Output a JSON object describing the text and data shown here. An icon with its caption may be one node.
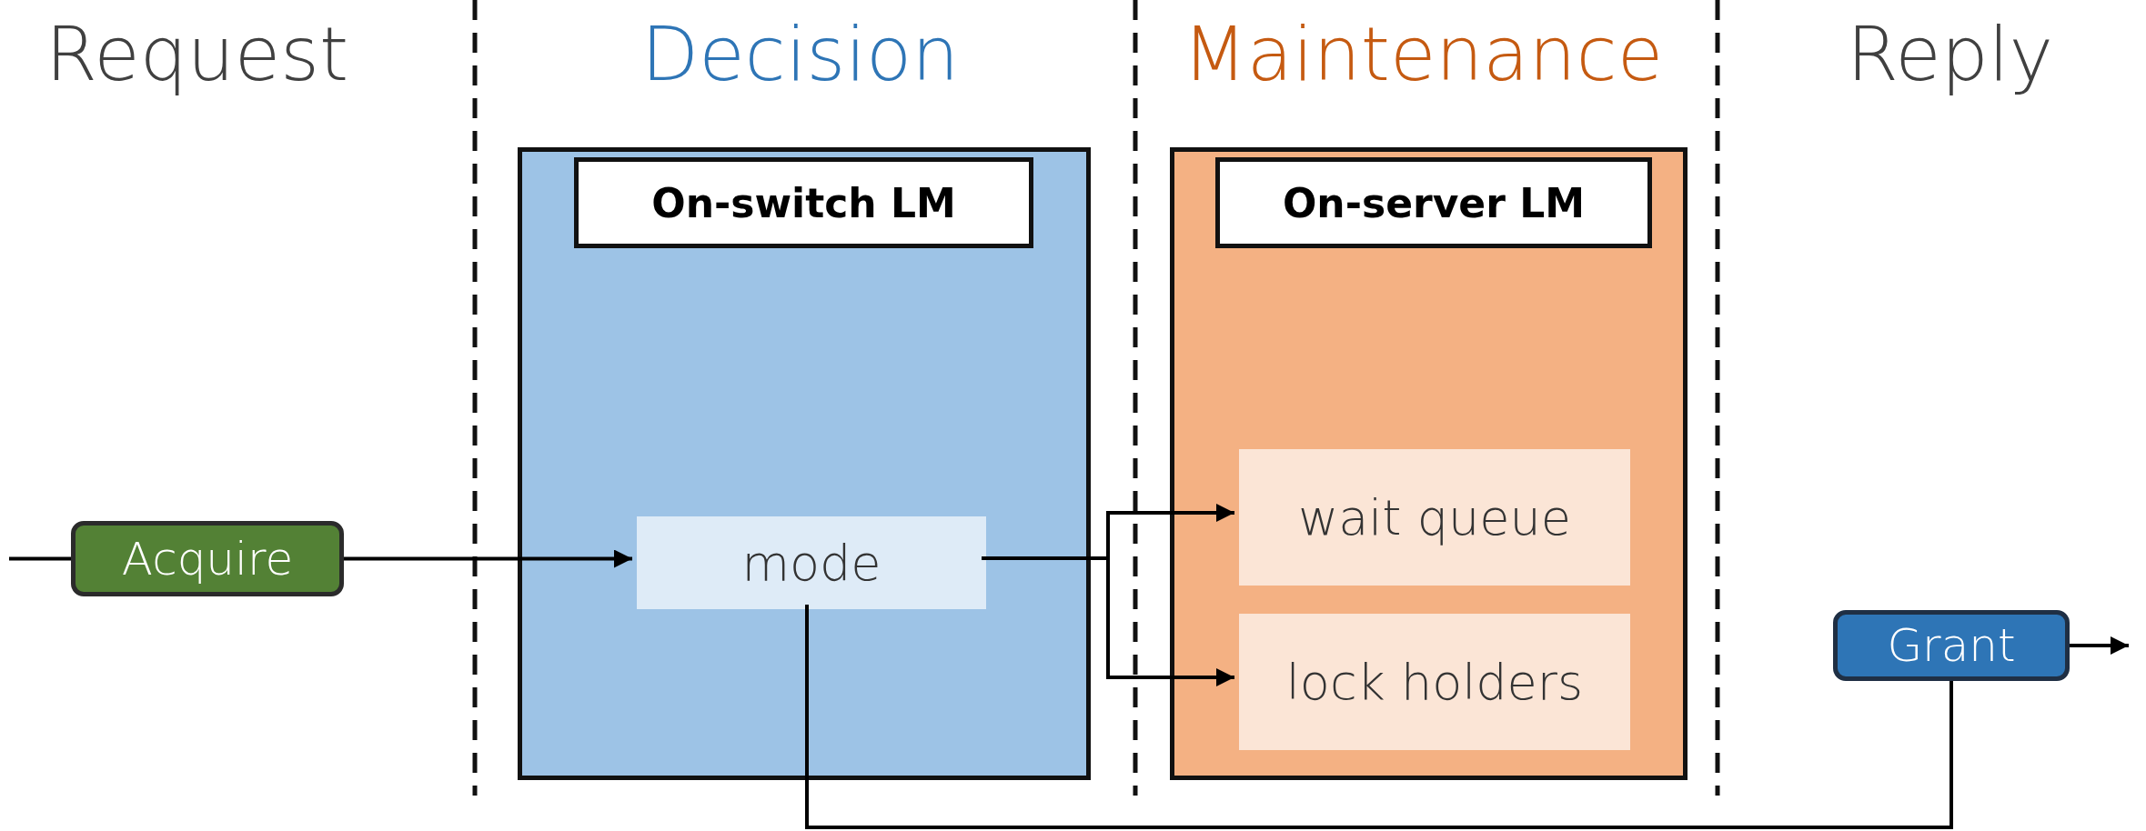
{
  "diagram": {
    "nodes": [
      {
        "text": [
          "Acquire"
        ]
      },
      {
        "text": [
          "On-switch LM"
        ]
      },
      {
        "text": [
          "mode"
        ],
        "in": 1
      },
      {
        "text": [
          "On-server LM"
        ]
      },
      {
        "text": [
          "wait queue"
        ],
        "in": 3
      },
      {
        "text": [
          "lock holders"
        ],
        "in": 3
      },
      {
        "text": [
          "Grant"
        ]
      }
    ],
    "edges": [
      {
        "from": null,
        "to": 0,
        "arrow": "none"
      },
      {
        "from": 0,
        "to": 2,
        "arrow": "to"
      },
      {
        "from": 2,
        "to": 4,
        "arrow": "to"
      },
      {
        "from": 2,
        "to": 5,
        "arrow": "to"
      },
      {
        "from": 2,
        "to": 6,
        "arrow": "none"
      },
      {
        "from": 6,
        "to": null,
        "arrow": "to"
      }
    ],
    "labels": [
      "Request",
      "Decision",
      "Maintenance",
      "Reply"
    ]
  }
}
